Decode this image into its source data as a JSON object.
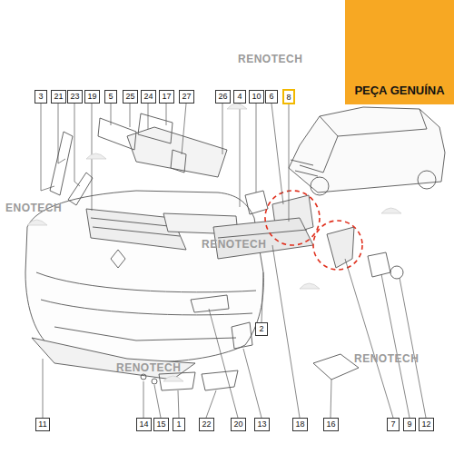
{
  "diagram": {
    "nodes": [
      {
        "text": [
          "PEÇA GENUÍNA"
        ]
      },
      {
        "text": [
          "3"
        ]
      },
      {
        "text": [
          "21"
        ]
      },
      {
        "text": [
          "23"
        ]
      },
      {
        "text": [
          "19"
        ]
      },
      {
        "text": [
          "5"
        ]
      },
      {
        "text": [
          "25"
        ]
      },
      {
        "text": [
          "24"
        ]
      },
      {
        "text": [
          "17"
        ]
      },
      {
        "text": [
          "27"
        ]
      },
      {
        "text": [
          "26"
        ]
      },
      {
        "text": [
          "4"
        ]
      },
      {
        "text": [
          "10"
        ]
      },
      {
        "text": [
          "6"
        ]
      },
      {
        "text": [
          "8"
        ]
      },
      {
        "text": [
          "2"
        ]
      },
      {
        "text": [
          "11"
        ]
      },
      {
        "text": [
          "14"
        ]
      },
      {
        "text": [
          "15"
        ]
      },
      {
        "text": [
          "1"
        ]
      },
      {
        "text": [
          "22"
        ]
      },
      {
        "text": [
          "20"
        ]
      },
      {
        "text": [
          "13"
        ]
      },
      {
        "text": [
          "18"
        ]
      },
      {
        "text": [
          "16"
        ]
      },
      {
        "text": [
          "7"
        ]
      },
      {
        "text": [
          "9"
        ]
      },
      {
        "text": [
          "12"
        ]
      }
    ],
    "labels": [
      "RENOTECH",
      "ENOTECH",
      "RENOTECH",
      "RENOTECH",
      "RENOTECH"
    ]
  }
}
